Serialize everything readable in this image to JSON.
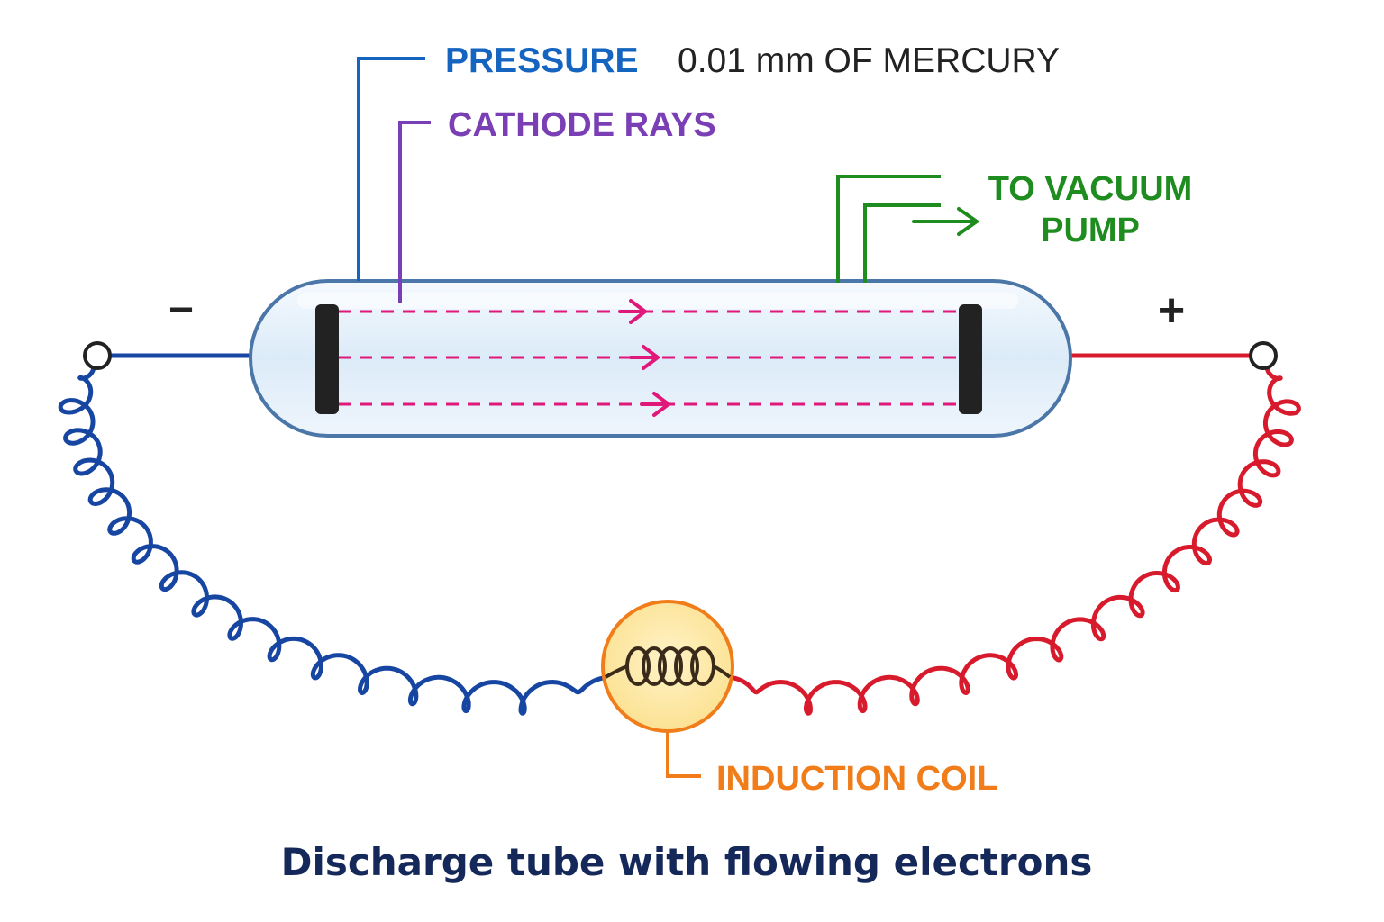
{
  "labels": {
    "pressure_title": "PRESSURE",
    "pressure_value": "0.01 mm OF MERCURY",
    "cathode_rays": "CATHODE RAYS",
    "vacuum_line1": "TO VACUUM",
    "vacuum_line2": "PUMP",
    "minus_sign": "−",
    "plus_sign": "+",
    "induction_coil": "INDUCTION COIL"
  },
  "caption": "Discharge tube with flowing electrons",
  "colors": {
    "pressure_blue": "#1565c0",
    "cathode_purple": "#7b3fb5",
    "vacuum_green": "#1f8c1f",
    "ray_magenta": "#e0187a",
    "negative_wire": "#1746a2",
    "positive_wire": "#d81b2c",
    "coil_orange": "#f07d1a",
    "coil_fill": "#fde9a8",
    "tube_stroke": "#4a77a8",
    "tube_fill": "#e6f2fb",
    "electrode": "#222222",
    "caption_navy": "#14285a",
    "text_dark": "#222222"
  },
  "icons": {
    "terminal_left": "terminal-circle-icon",
    "terminal_right": "terminal-circle-icon",
    "coil": "coil-icon",
    "vacuum_arrow": "arrow-right-icon"
  }
}
